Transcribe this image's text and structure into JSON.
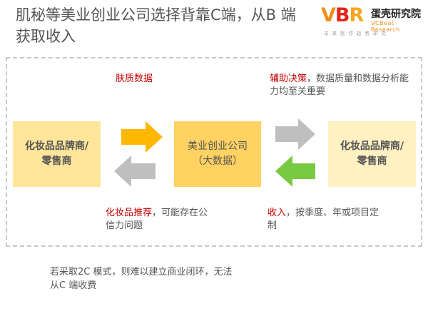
{
  "title": "肌秘等美业创业公司选择背靠C端，从B 端获取收入",
  "logo": {
    "mark_v": "V",
    "mark_b": "B",
    "mark_r": "R",
    "name_cn": "蛋壳研究院",
    "name_en": "VCBeat Research",
    "tagline": "未来医疗趋势研究"
  },
  "boxes": {
    "left": [
      "化妆品品牌商/",
      "零售商"
    ],
    "center": [
      "美业创业公司",
      "（大数据）"
    ],
    "right": [
      "化妆品品牌商/",
      "零售商"
    ]
  },
  "notes": {
    "top_left": {
      "highlight": "肤质数据",
      "rest": ""
    },
    "top_right": {
      "highlight": "辅助决策",
      "rest": "，数据质量和数据分析能力均至关重要"
    },
    "bottom_left": {
      "highlight": "化妆品推荐",
      "rest": "，可能存在公信力问题"
    },
    "bottom_right": {
      "highlight": "收入",
      "rest": "，按季度、年或项目定制"
    }
  },
  "footnote": "若采取2C 模式，则难以建立商业闭环，无法从C 端收费",
  "colors": {
    "arrow_orange": "#ffb800",
    "arrow_gray": "#bfbfbf",
    "arrow_green": "#7ac943",
    "highlight_red": "#c00000"
  }
}
